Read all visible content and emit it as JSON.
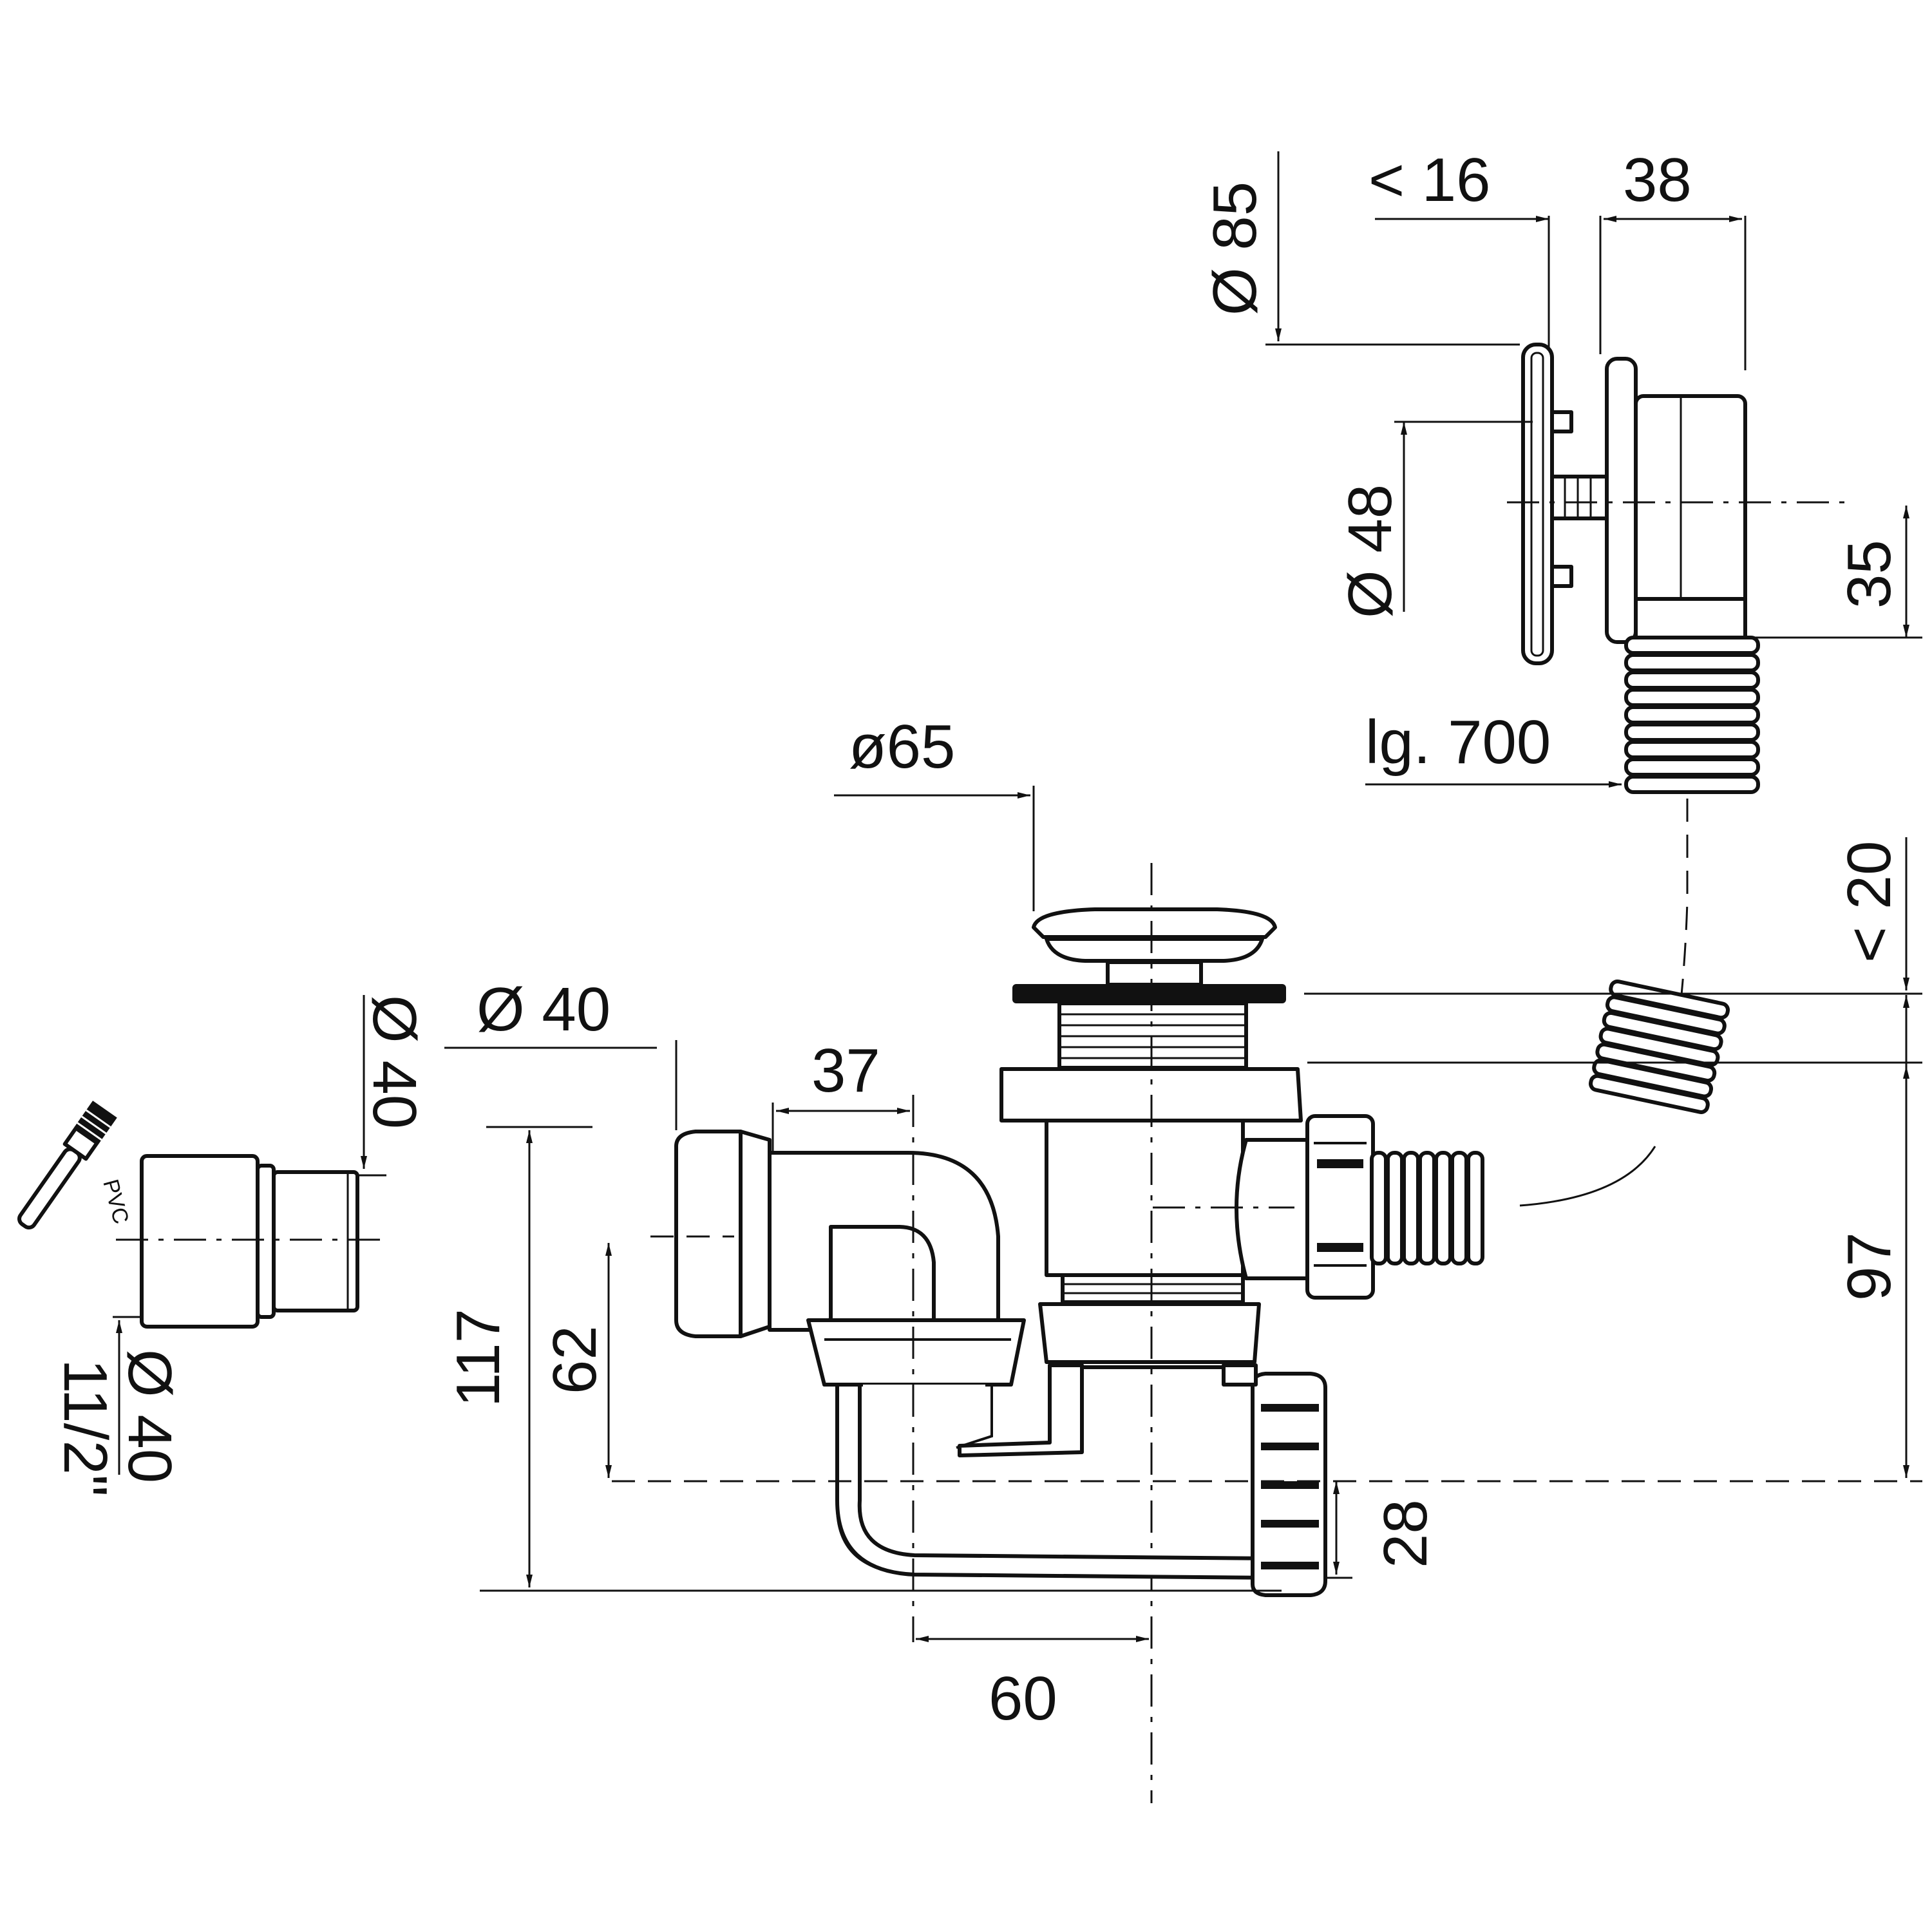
{
  "dimensions": {
    "overflow_cover_diameter": "Ø 85",
    "overflow_gap": "< 16",
    "overflow_depth": "38",
    "overflow_hole_diameter": "Ø 48",
    "overflow_height": "35",
    "hose_length": "lg. 700",
    "plug_diameter": "ø65",
    "plug_lift": "< 20",
    "outlet_diameter": "Ø 40",
    "trap_offset": "37",
    "total_height": "117",
    "trap_height": "62",
    "waste_height": "97",
    "outlet_height": "28",
    "axis_distance": "60",
    "adapter_outer_diameter": "Ø 40",
    "adapter_inner_diameter": "Ø 40",
    "adapter_thread": "11/2\"",
    "adapter_material": "PVC"
  },
  "icons": {
    "glue_brush": "paint-brush-icon"
  }
}
